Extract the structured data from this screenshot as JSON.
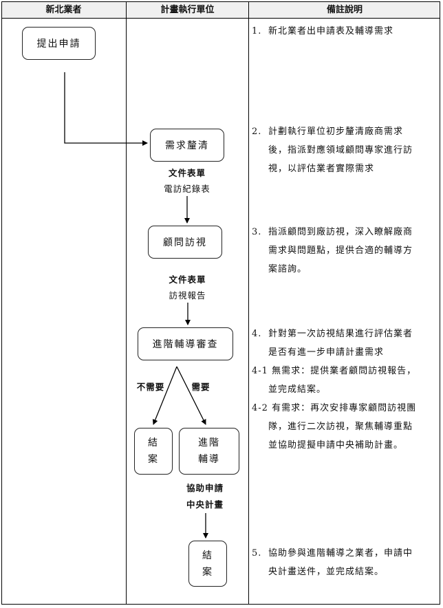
{
  "table": {
    "headers": [
      "新北業者",
      "計畫執行單位",
      "備註說明"
    ],
    "header_bg": "#f0f0f0"
  },
  "flow": {
    "submit_application": "提出申請",
    "clarify_needs": "需求釐清",
    "docs_label_1": "文件表單",
    "docs_value_1": "電訪紀錄表",
    "consultant_visit": "顧問訪視",
    "docs_label_2": "文件表單",
    "docs_value_2": "訪視報告",
    "advanced_review": "進階輔導審查",
    "branch_no": "不需要",
    "branch_yes": "需要",
    "close_case_1": [
      "結",
      "案"
    ],
    "advanced_coaching": [
      "進階",
      "輔導"
    ],
    "assist_label": [
      "協助申請",
      "中央計畫"
    ],
    "close_case_2": [
      "結",
      "案"
    ]
  },
  "notes": [
    {
      "num": "1.",
      "lines": [
        "新北業者出申請表及輔導需求"
      ]
    },
    {
      "num": "2.",
      "lines": [
        "計劃執行單位初步釐清廠商需求",
        "後，指派對應領域顧問專家進行訪",
        "視，以評估業者實際需求"
      ]
    },
    {
      "num": "3.",
      "lines": [
        "指派顧問到廠訪視，深入瞭解廠商",
        "需求與問題點，提供合適的輔導方",
        "案諮詢。"
      ]
    },
    {
      "num": "4.",
      "lines": [
        "針對第一次訪視結果進行評估業者",
        "是否有進一步申請計畫需求"
      ]
    },
    {
      "num": "4-1",
      "lines": [
        "無需求：提供業者顧問訪視報告，",
        "並完成結案。"
      ]
    },
    {
      "num": "4-2",
      "lines": [
        "有需求：再次安排專家顧問訪視團",
        "隊，進行二次訪視，聚焦輔導重點",
        "並協助提擬申請中央補助計畫。"
      ]
    },
    {
      "num": "5.",
      "lines": [
        "協助參與進階輔導之業者，申請中",
        "央計畫送件，並完成結案。"
      ]
    }
  ]
}
